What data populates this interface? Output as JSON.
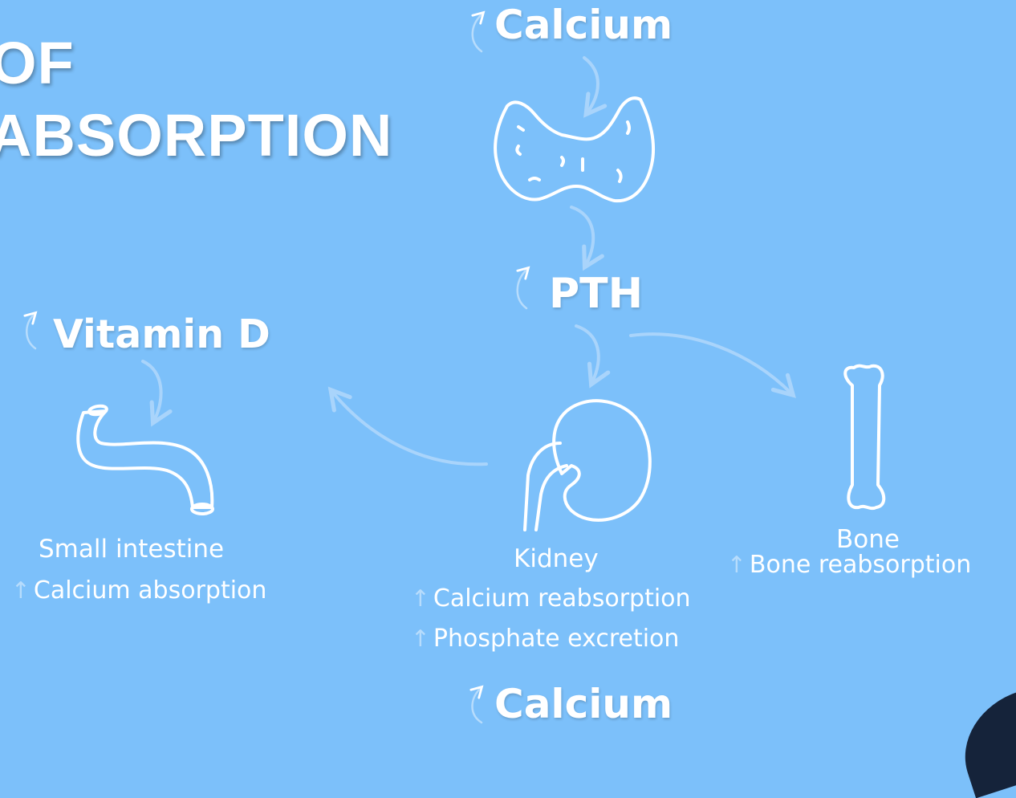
{
  "title": {
    "line1": "OF",
    "line2": "ABSORPTION"
  },
  "up_arrow": "↑",
  "nodes": {
    "calcium_top": "Calcium",
    "pth": "PTH",
    "vitamin_d": "Vitamin D",
    "calcium_bottom": "Calcium"
  },
  "organs": {
    "small_intestine": {
      "label": "Small intestine",
      "effect": "Calcium absorption"
    },
    "kidney": {
      "label": "Kidney",
      "effects": [
        "Calcium reabsorption",
        "Phosphate excretion"
      ]
    },
    "bone": {
      "label": "Bone",
      "effect": "Bone reabsorption"
    }
  },
  "icons": [
    "thyroid-icon",
    "small-intestine-icon",
    "kidney-icon",
    "bone-icon",
    "up-arrow-icon",
    "curved-arrow-icon"
  ],
  "colors": {
    "background": "#7cc0fa",
    "text": "#ffffff",
    "arrow_faint": "#a9d4fb",
    "corner": "#15233a"
  }
}
